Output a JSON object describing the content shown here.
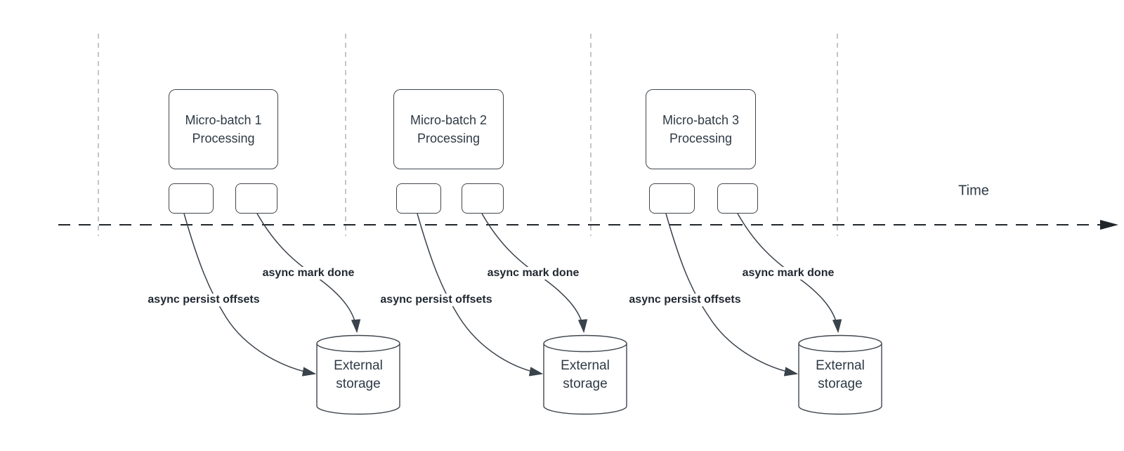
{
  "diagram": {
    "time_axis_label": "Time",
    "batches": [
      {
        "title_line1": "Micro-batch 1",
        "title_line2": "Processing",
        "persist_label": "async persist offsets",
        "done_label": "async mark done",
        "storage_line1": "External",
        "storage_line2": "storage"
      },
      {
        "title_line1": "Micro-batch 2",
        "title_line2": "Processing",
        "persist_label": "async persist offsets",
        "done_label": "async mark done",
        "storage_line1": "External",
        "storage_line2": "storage"
      },
      {
        "title_line1": "Micro-batch 3",
        "title_line2": "Processing",
        "persist_label": "async persist offsets",
        "done_label": "async mark done",
        "storage_line1": "External",
        "storage_line2": "storage"
      }
    ],
    "colors": {
      "stroke": "#40474f",
      "text": "#2e3a45",
      "label_text": "#1f2730",
      "arrow": "#3a424b",
      "axis_line": "#21262b",
      "gridline": "#b4b7ba",
      "background": "#ffffff"
    }
  }
}
